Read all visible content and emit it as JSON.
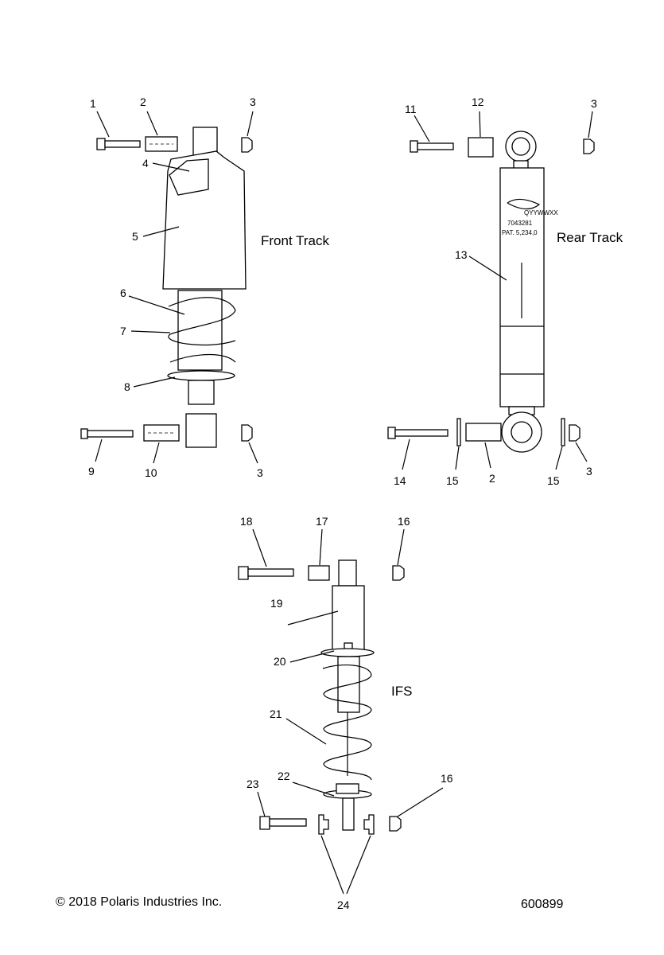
{
  "front": {
    "title": "Front Track",
    "callouts": [
      "1",
      "2",
      "3",
      "4",
      "5",
      "6",
      "7",
      "8",
      "9",
      "10",
      "3"
    ]
  },
  "rear": {
    "title": "Rear Track",
    "callouts": [
      "11",
      "12",
      "3",
      "13",
      "14",
      "15",
      "2",
      "15",
      "3"
    ],
    "shock_text": [
      "QYYWWXX",
      "7043281",
      "PAT. 5,234,0"
    ]
  },
  "ifs": {
    "title": "IFS",
    "callouts": [
      "18",
      "17",
      "16",
      "19",
      "20",
      "21",
      "22",
      "16",
      "23",
      "24"
    ]
  },
  "footer": {
    "copyright": "© 2018 Polaris Industries Inc.",
    "diagram_number": "600899"
  }
}
